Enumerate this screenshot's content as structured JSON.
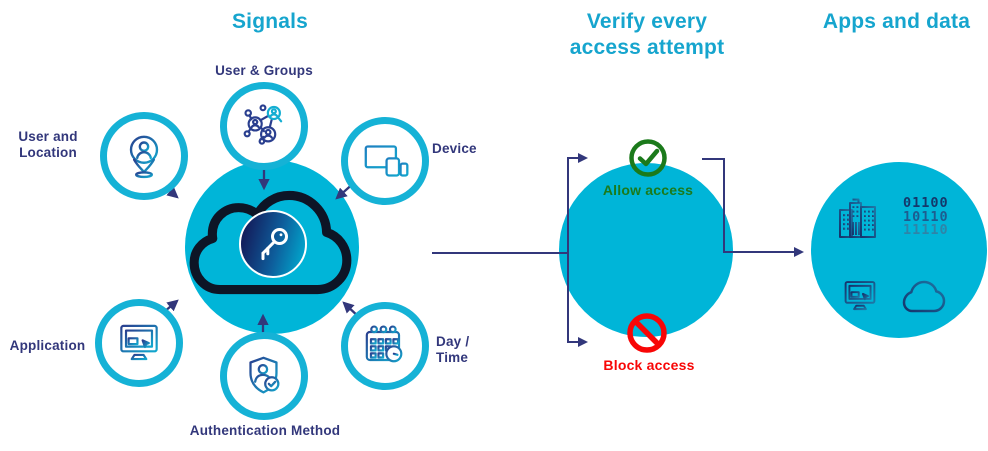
{
  "titles": {
    "signals": "Signals",
    "verify_line1": "Verify every",
    "verify_line2": "access attempt",
    "apps": "Apps and data"
  },
  "labels": {
    "user_groups": "User & Groups",
    "user_location_1": "User and",
    "user_location_2": "Location",
    "device": "Device",
    "application": "Application",
    "auth_method": "Authentication Method",
    "day_time_1": "Day /",
    "day_time_2": "Time",
    "allow": "Allow access",
    "block": "Block access",
    "binary_1": "01100",
    "binary_2": "10110",
    "binary_3": "11110"
  },
  "colors": {
    "teal_fill": "#00b5d8",
    "ring_cyan": "#15b2d6",
    "title_cyan": "#16a5ce",
    "navy": "#32377b",
    "allow_green": "#1b7a1b",
    "block_red": "#f80606",
    "cloud_outline": "#0d1526"
  }
}
